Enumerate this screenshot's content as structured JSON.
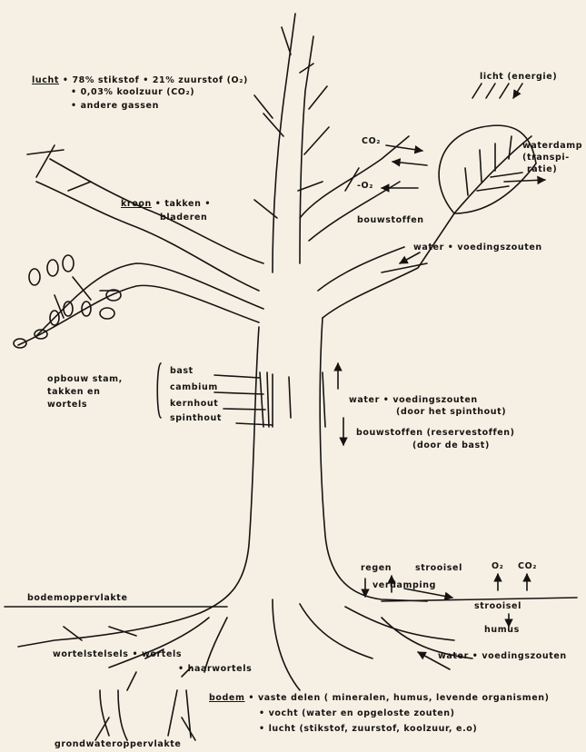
{
  "colors": {
    "paper": "#f6f0e4",
    "ink": "#161412"
  },
  "air": {
    "lead": "lucht",
    "line1": "• 78% stikstof • 21% zuurstof (O₂)",
    "line2": "• 0,03% koolzuur (CO₂)",
    "line3": "• andere gassen"
  },
  "leaf": {
    "light": "licht (energie)",
    "co2": "CO₂",
    "o2": "-O₂",
    "vapor1": "waterdamp",
    "vapor2": "(transpi-",
    "vapor3": "ratie)",
    "building": "bouwstoffen",
    "water": "water • voedingszouten"
  },
  "crown": {
    "lead": "kroon",
    "rest": "• takken •",
    "line2": "bladeren"
  },
  "structure": {
    "title1": "opbouw stam,",
    "title2": "takken en",
    "title3": "wortels",
    "layers": [
      "bast",
      "cambium",
      "kernhout",
      "spinthout"
    ]
  },
  "transport": {
    "up1": "water • voedingszouten",
    "up2": "(door het spinthout)",
    "down1": "bouwstoffen  (reservestoffen)",
    "down2": "(door de bast)"
  },
  "ground": {
    "surface": "bodemoppervlakte",
    "rain": "regen",
    "litter": "strooisel",
    "evaporation": "verdamping",
    "o2": "O₂",
    "co2": "CO₂",
    "litter2": "strooisel",
    "humus": "humus",
    "water": "water • voedingszouten"
  },
  "roots": {
    "systems": "wortelstelsels • wortels",
    "hairs": "• haarwortels",
    "groundwater": "grondwateroppervlakte"
  },
  "soil": {
    "lead": "bodem",
    "line1": "• vaste delen ( mineralen, humus, levende organismen)",
    "line2": "• vocht  (water en opgeloste zouten)",
    "line3": "• lucht  (stikstof, zuurstof, koolzuur, e.o)"
  }
}
